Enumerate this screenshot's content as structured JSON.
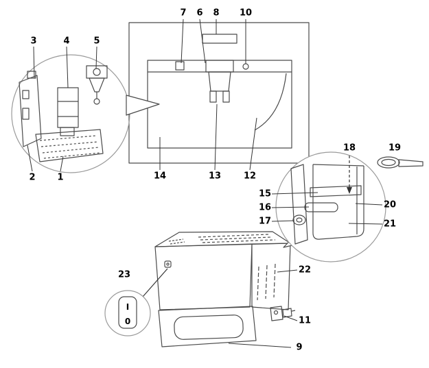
{
  "figure": {
    "colors": {
      "machine_line": "#4a4a4a",
      "detail_circle": "#9a9a9a",
      "leader_line": "#333333",
      "label": "#000000"
    }
  },
  "callouts": [
    {
      "label": "1"
    },
    {
      "label": "2"
    },
    {
      "label": "3"
    },
    {
      "label": "4"
    },
    {
      "label": "5"
    },
    {
      "label": "6"
    },
    {
      "label": "7"
    },
    {
      "label": "8"
    },
    {
      "label": "9"
    },
    {
      "label": "10"
    },
    {
      "label": "11"
    },
    {
      "label": "12"
    },
    {
      "label": "13"
    },
    {
      "label": "14"
    },
    {
      "label": "15"
    },
    {
      "label": "16"
    },
    {
      "label": "17"
    },
    {
      "label": "18"
    },
    {
      "label": "19"
    },
    {
      "label": "20"
    },
    {
      "label": "21"
    },
    {
      "label": "22"
    },
    {
      "label": "23"
    }
  ],
  "power_switch": {
    "on": "I",
    "off": "0"
  }
}
